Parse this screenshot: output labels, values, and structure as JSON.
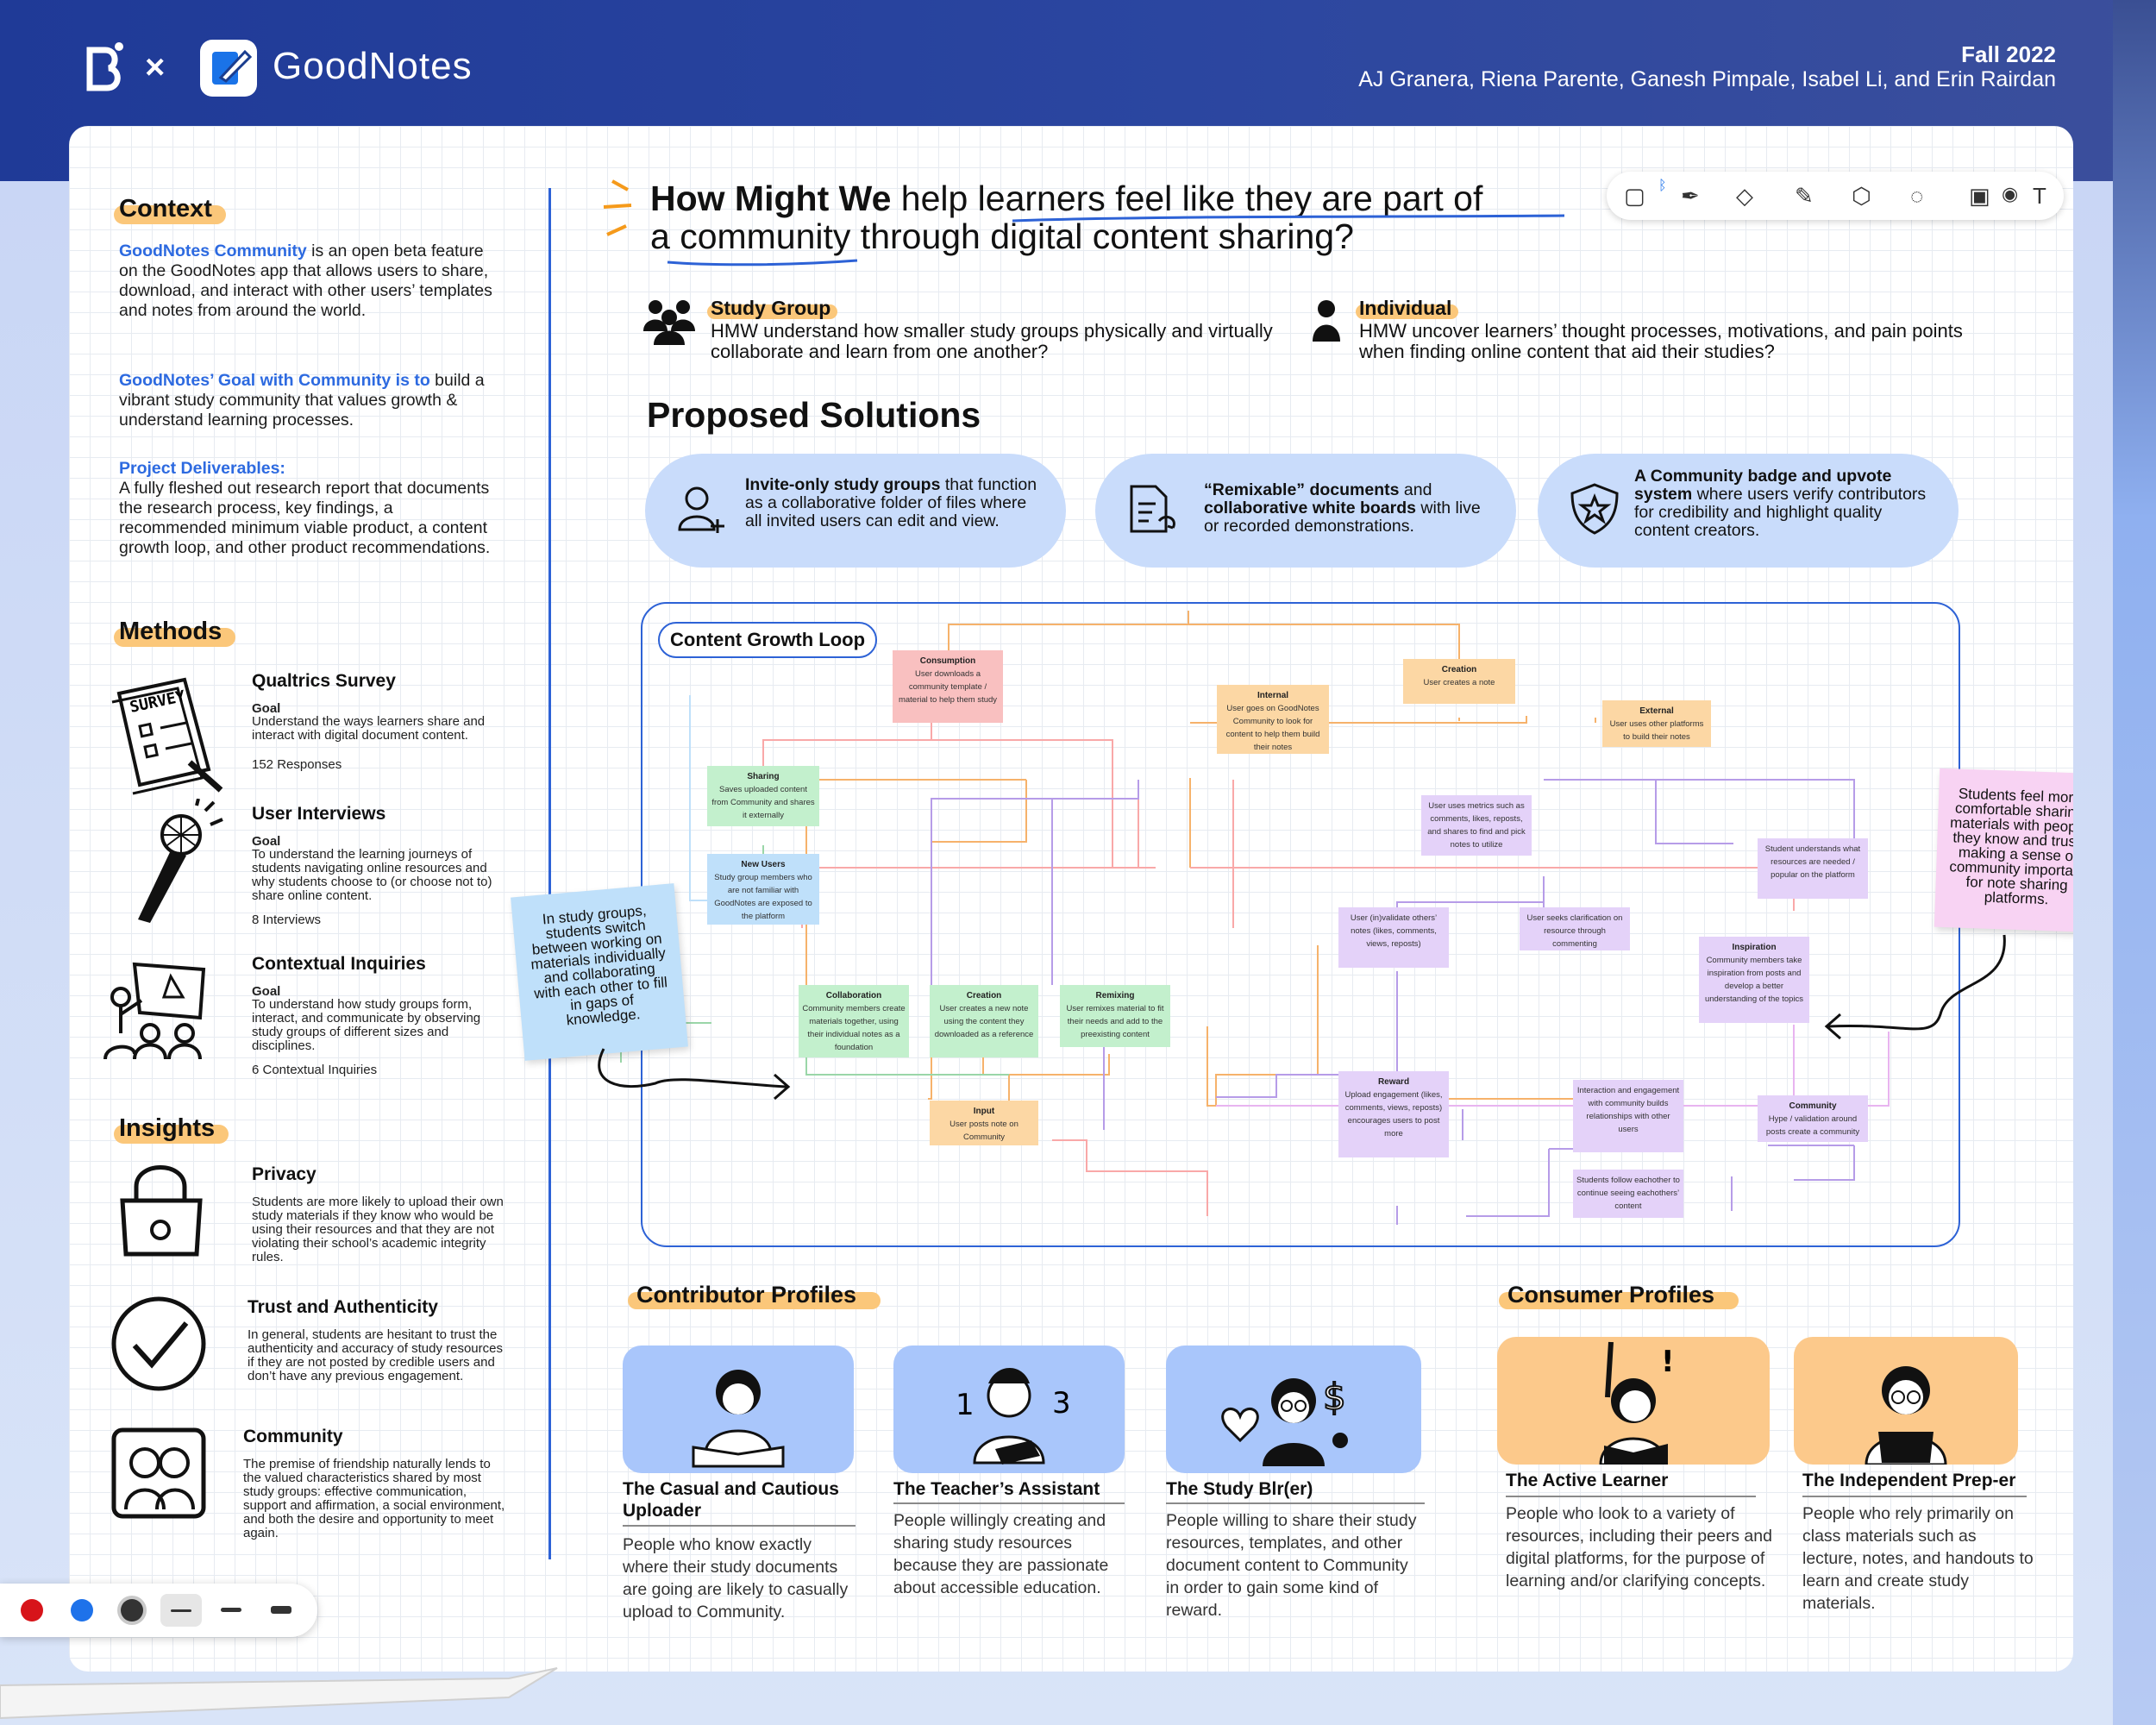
{
  "header": {
    "brand_x": "×",
    "app_name": "GoodNotes",
    "term": "Fall 2022",
    "authors": "AJ Granera, Riena Parente, Ganesh Pimpale, Isabel Li, and Erin Rairdan"
  },
  "context": {
    "title": "Context",
    "p1_bold": "GoodNotes Community",
    "p1_rest": " is an open beta feature on the GoodNotes app that allows users to share, download, and interact with other users’ templates and notes from around the world.",
    "p2_bold": "GoodNotes’ Goal with Community is to",
    "p2_rest": " build a vibrant study community that values growth & understand learning processes.",
    "p3_bold": "Project Deliverables:",
    "p3_rest": "A fully fleshed out research report that documents the research process, key findings, a recommended minimum viable product, a content growth loop, and other product recommendations."
  },
  "methods": {
    "title": "Methods",
    "goal_label": "Goal",
    "items": [
      {
        "name": "Qualtrics Survey",
        "goal": "Understand the ways learners share and interact with digital document content.",
        "count": "152 Responses",
        "icon": "survey-icon",
        "icon_text": "SURVEY"
      },
      {
        "name": "User Interviews",
        "goal": "To understand the learning journeys of students navigating online resources and why students choose to (or choose not to) share online content.",
        "count": "8 Interviews",
        "icon": "microphone-icon"
      },
      {
        "name": "Contextual Inquiries",
        "goal": "To understand how study groups form, interact, and communicate by observing study groups of different sizes and disciplines.",
        "count": "6 Contextual Inquiries",
        "icon": "whiteboard-group-icon"
      }
    ]
  },
  "insights": {
    "title": "Insights",
    "items": [
      {
        "name": "Privacy",
        "desc": "Students are more likely to upload their own study materials if they know who would be using their resources and that they are not violating their school’s academic integrity rules.",
        "icon": "lock-icon"
      },
      {
        "name": "Trust and Authenticity",
        "desc": "In general, students are hesitant to trust the authenticity and accuracy of study resources if they are not posted by credible users and don’t have any previous engagement.",
        "icon": "checkmark-circle-icon"
      },
      {
        "name": "Community",
        "desc": "The premise of friendship naturally lends to the valued characteristics shared by most study groups: effective communication, support and affirmation, a social environment, and both the desire and opportunity to meet again.",
        "icon": "community-people-icon"
      }
    ]
  },
  "hmw": {
    "bold": "How Might We",
    "line1_rest": " help learners feel like they are part of",
    "line2": "a community through digital content sharing?"
  },
  "personas": [
    {
      "title": "Study Group",
      "desc": "HMW understand how smaller study groups physically and virtually collaborate and learn from one another?",
      "icon": "group-people-icon"
    },
    {
      "title": "Individual",
      "desc": "HMW uncover learners’ thought processes, motivations, and pain points when finding online content that aid their studies?",
      "icon": "person-icon"
    }
  ],
  "solutions": {
    "title": "Proposed Solutions",
    "items": [
      {
        "bold": "Invite-only study groups",
        "rest": " that function as a collaborative folder of files where all invited users can edit and view.",
        "icon": "add-user-icon"
      },
      {
        "bold": "“Remixable” documents",
        "mid": " and ",
        "bold2": "collaborative white boards",
        "rest": " with live or recorded demonstrations.",
        "icon": "document-edit-icon"
      },
      {
        "bold": "A Community badge and upvote system",
        "rest": " where users verify contributors for credibility and highlight quality content creators.",
        "icon": "shield-star-icon"
      }
    ]
  },
  "growth_loop": {
    "label": "Content Growth Loop",
    "nodes": {
      "consumption": {
        "title": "Consumption",
        "text": "User downloads a community template / material to help them study"
      },
      "creation": {
        "title": "Creation",
        "text": "User creates a note"
      },
      "internal": {
        "title": "Internal",
        "text": "User goes on GoodNotes Community to look for content to help them build their notes"
      },
      "external": {
        "title": "External",
        "text": "User uses other platforms to build their notes"
      },
      "sharing": {
        "title": "Sharing",
        "text": "Saves uploaded content from Community and shares it externally"
      },
      "new_users": {
        "title": "New Users",
        "text": "Study group members who are not familiar with GoodNotes are exposed to the platform"
      },
      "metrics": {
        "text": "User uses metrics such as comments, likes, reposts, and shares to find and pick notes to utilize"
      },
      "understands": {
        "text": "Student understands what resources are needed / popular on the platform"
      },
      "invalidate": {
        "text": "User (in)validate others’ notes (likes, comments, views, reposts)"
      },
      "clarification": {
        "text": "User seeks clarification on resource through commenting"
      },
      "inspiration": {
        "title": "Inspiration",
        "text": "Community members take inspiration from posts and develop a better understanding of the topics"
      },
      "collaboration": {
        "title": "Collaboration",
        "text": "Community members create materials together, using their individual notes as a foundation"
      },
      "creation2": {
        "title": "Creation",
        "text": "User creates a new note using the content they downloaded as a reference"
      },
      "remixing": {
        "title": "Remixing",
        "text": "User remixes material to fit their needs and add to the preexisting content"
      },
      "input": {
        "title": "Input",
        "text": "User posts note on Community"
      },
      "reward": {
        "title": "Reward",
        "text": "Upload engagement (likes, comments, views, reposts) encourages users to post more"
      },
      "interaction": {
        "text": "Interaction and engagement with community builds relationships with other users"
      },
      "community": {
        "title": "Community",
        "text": "Hype / validation around posts create a community"
      },
      "follow": {
        "text": "Students follow eachother to continue seeing eachothers’ content"
      }
    },
    "colors": {
      "border": "#2d62d6",
      "red": "#f9c0c0",
      "orange": "#fcd7a4",
      "green": "#c3f0cd",
      "blue": "#bfe0fa",
      "purple": "#e4d2f9"
    }
  },
  "stickies": {
    "left": "In study groups, students switch between working on materials individually and collaborating with each other to fill in gaps of knowledge.",
    "right": "Students feel more comfortable sharing materials with people they know and trust, making a sense of community important for note sharing platforms."
  },
  "contributors": {
    "title": "Contributor Profiles",
    "items": [
      {
        "name": "The Casual and Cautious Uploader",
        "desc": "People who know exactly where their study documents are going are likely to casually upload to Community."
      },
      {
        "name": "The Teacher’s Assistant",
        "desc": "People willingly creating and sharing study resources because they are passionate about accessible education."
      },
      {
        "name": "The Study Blr(er)",
        "desc": "People willing to share their study resources, templates, and other document content to Community in order to gain some kind of reward."
      }
    ]
  },
  "consumers": {
    "title": "Consumer Profiles",
    "items": [
      {
        "name": "The Active Learner",
        "desc": "People who look to a variety of resources, including their peers and digital platforms, for the purpose of learning and/or clarifying concepts."
      },
      {
        "name": "The Independent Prep-er",
        "desc": "People who rely primarily on class materials such as lecture, notes, and handouts to learn and create study materials."
      }
    ]
  },
  "toolbar_icons": [
    "sidebar-icon",
    "bluetooth-icon",
    "pen-icon",
    "eraser-icon",
    "highlighter-icon",
    "shapes-icon",
    "lasso-icon",
    "image-icon",
    "camera-icon",
    "text-icon"
  ],
  "pen_colors": [
    "#d7141a",
    "#1e72ea",
    "#333333"
  ]
}
